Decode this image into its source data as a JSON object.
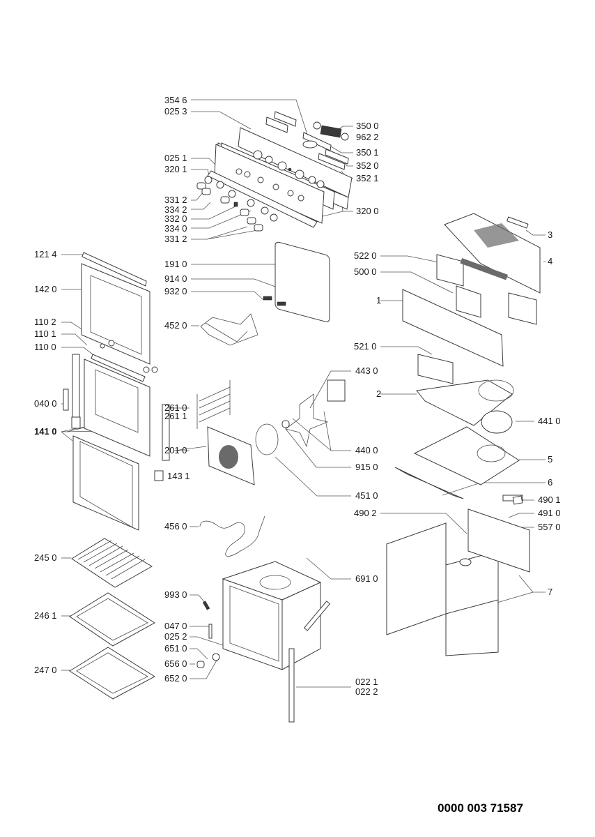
{
  "diagram": {
    "title": "Oven exploded parts diagram",
    "document_number": "0000 003 71587",
    "labels": {
      "p3546": "354 6",
      "p0253": "025 3",
      "p0251": "025 1",
      "p3201": "320 1",
      "p3312a": "331 2",
      "p3342": "334 2",
      "p3320": "332 0",
      "p3340": "334 0",
      "p3312b": "331 2",
      "p3500": "350 0",
      "p9622": "962 2",
      "p3501": "350 1",
      "p3520": "352 0",
      "p3521": "352 1",
      "p3200": "320 0",
      "p1214": "121 4",
      "p1420": "142 0",
      "p1102": "110 2",
      "p1101": "110 1",
      "p1100": "110 0",
      "p0400": "040 0",
      "p1410": "141 0",
      "p1910": "191 0",
      "p9140": "914 0",
      "p9320": "932 0",
      "p4520": "452 0",
      "p2610": "261 0",
      "p2611": "261 1",
      "p2010": "201 0",
      "p1431": "143 1",
      "p4560": "456 0",
      "p4430": "443 0",
      "p4400": "440 0",
      "p9150": "915 0",
      "p4510": "451 0",
      "p5220": "522 0",
      "p5000": "500 0",
      "p1": "1",
      "p3": "3",
      "p4": "4",
      "p5210": "521 0",
      "p2": "2",
      "p4410": "441 0",
      "p5": "5",
      "p6": "6",
      "p4901": "490 1",
      "p4910": "491 0",
      "p4902": "490 2",
      "p5570": "557 0",
      "p7": "7",
      "p6910": "691 0",
      "p2450": "245 0",
      "p2461": "246 1",
      "p2470": "247 0",
      "p9930": "993 0",
      "p0470": "047 0",
      "p0252": "025 2",
      "p6510": "651 0",
      "p6560": "656 0",
      "p6520": "652 0",
      "p0221": "022 1",
      "p0222": "022 2"
    }
  },
  "colors": {
    "background": "#ffffff",
    "line": "#3a3a3a",
    "text": "#1a1a1a"
  }
}
